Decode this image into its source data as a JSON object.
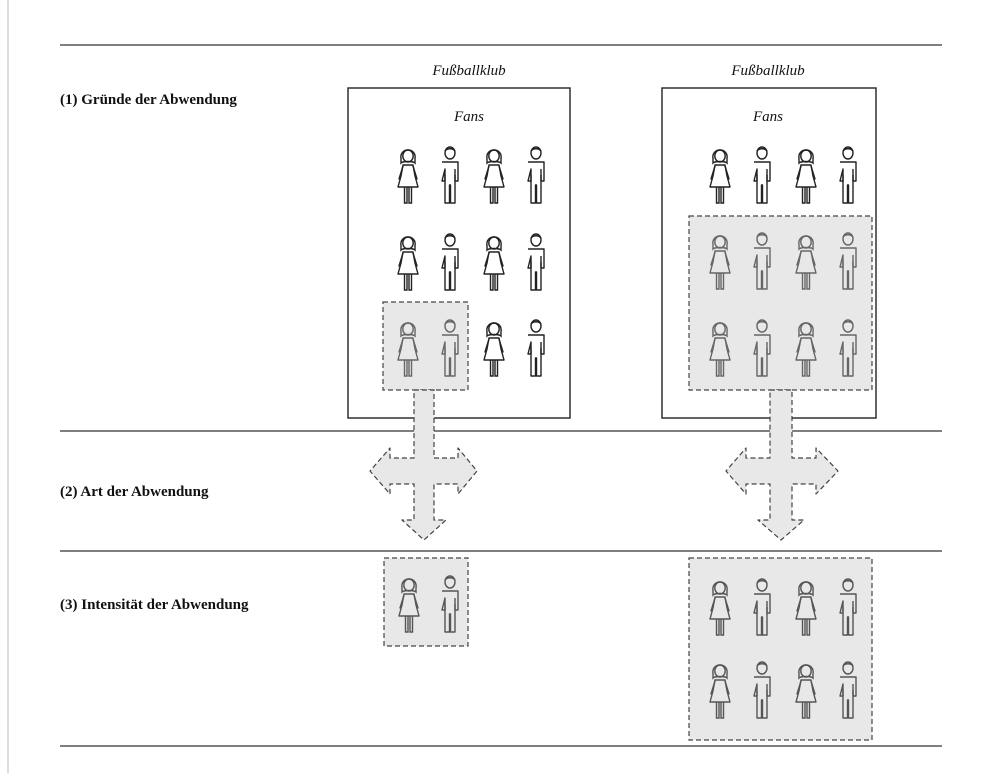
{
  "rows": [
    {
      "label": "(1) Gründe der Abwendung"
    },
    {
      "label": "(2) Art der Abwendung"
    },
    {
      "label": "(3) Intensität der Abwendung"
    }
  ],
  "clubs": [
    {
      "title": "Fußballklub",
      "fans_label": "Fans"
    },
    {
      "title": "Fußballklub",
      "fans_label": "Fans"
    }
  ],
  "icons": {
    "female": "female-person-icon",
    "male": "male-person-icon",
    "arrow": "four-way-arrow-icon"
  },
  "colors": {
    "line": "#333333",
    "highlight_fill": "#e8e8e8",
    "dash": "#444444"
  }
}
